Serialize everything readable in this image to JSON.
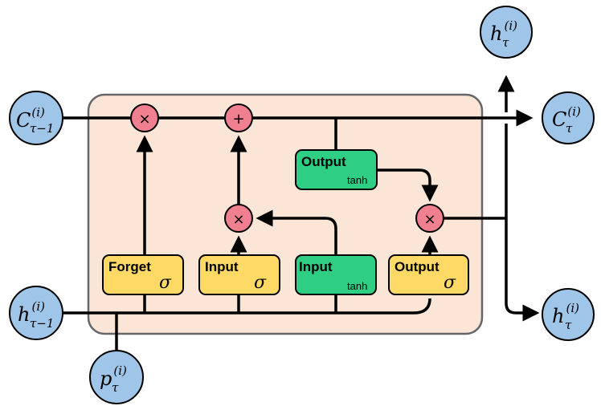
{
  "colors": {
    "cell_background": "#fae5d6",
    "state_node": "#9fc5e8",
    "operator": "#f08090",
    "sigmoid_gate": "#ffd966",
    "tanh_gate": "#2ecf85"
  },
  "nodes": {
    "c_prev": {
      "var": "C",
      "sup": "(i)",
      "sub": "τ−1"
    },
    "h_prev": {
      "var": "h",
      "sup": "(i)",
      "sub": "τ−1"
    },
    "p_in": {
      "var": "p",
      "sup": "(i)",
      "sub": "τ"
    },
    "h_out_top": {
      "var": "h",
      "sup": "(i)",
      "sub": "τ"
    },
    "c_out": {
      "var": "C",
      "sup": "(i)",
      "sub": "τ"
    },
    "h_out_right": {
      "var": "h",
      "sup": "(i)",
      "sub": "τ"
    }
  },
  "operators": {
    "multiply": "×",
    "add": "+"
  },
  "gates": {
    "forget": {
      "label": "Forget",
      "activation": "σ"
    },
    "input_sigmoid": {
      "label": "Input",
      "activation": "σ"
    },
    "input_tanh": {
      "label": "Input",
      "activation": "tanh"
    },
    "output_sigmoid": {
      "label": "Output",
      "activation": "σ"
    },
    "output_tanh": {
      "label": "Output",
      "activation": "tanh"
    }
  }
}
